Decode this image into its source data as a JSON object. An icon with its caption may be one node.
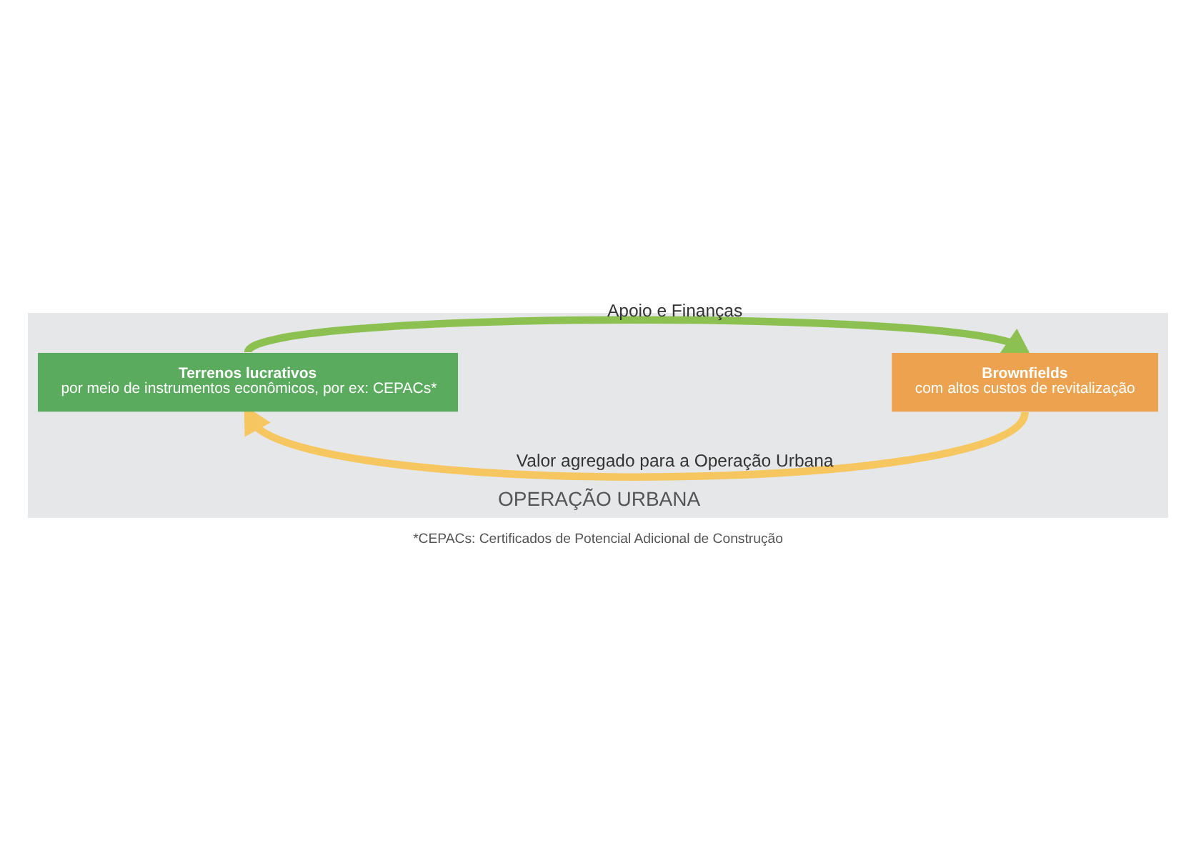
{
  "diagram": {
    "caption": "*CEPACs: Certificados de Potencial Adicional de Construção",
    "nodes": [
      {
        "text": [
          "OPERAÇÃO URBANA"
        ]
      },
      {
        "text": [
          "Terrenos lucrativos",
          "por meio de instrumentos econômicos, por ex: CEPACs*"
        ],
        "in": 0
      },
      {
        "text": [
          "Brownfields",
          "com altos custos de revitalização"
        ],
        "in": 0
      }
    ],
    "edges": [
      {
        "from": 1,
        "to": 2,
        "arrow": "to",
        "label": "Apoio e Finanças",
        "color": "#8cc152"
      },
      {
        "from": 2,
        "to": 1,
        "arrow": "to",
        "label": "Valor agregado para a Operação Urbana",
        "color": "#f6c760"
      }
    ]
  }
}
